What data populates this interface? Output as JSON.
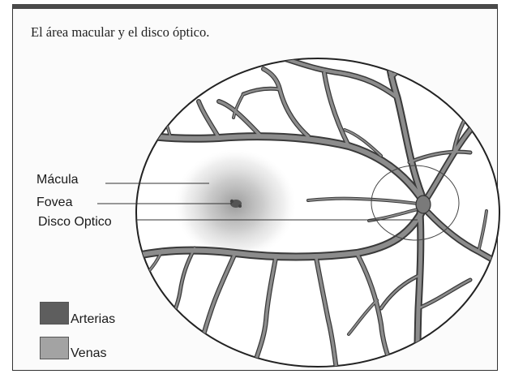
{
  "title": "El área macular y el disco óptico.",
  "labels": {
    "macula": "Mácula",
    "fovea": "Fovea",
    "disco_optico": "Disco Optico"
  },
  "legend": [
    {
      "label": "Arterias",
      "color": "#5e5e5e"
    },
    {
      "label": "Venas",
      "color": "#a3a3a3"
    }
  ],
  "colors": {
    "vessel_fill": "#8c8c8c",
    "vessel_stroke": "#3a3a3a",
    "macula_shade": "#9a9a9a",
    "fovea_spot": "#555555",
    "outline": "#222222"
  }
}
